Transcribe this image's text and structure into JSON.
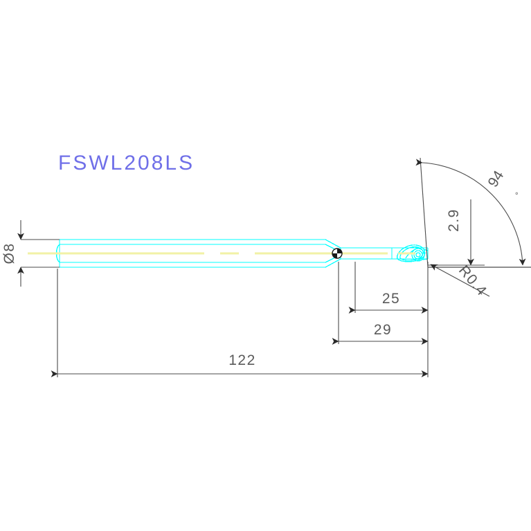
{
  "drawing": {
    "title": "FSWL208LS",
    "title_color": "#6f6fe8",
    "background_color": "#ffffff",
    "body_color": "#00ffff",
    "centerline_color": "#f5f5a0",
    "dimension_color": "#5a5a5a"
  },
  "dimensions": {
    "shank_diameter": "Ø8",
    "overall_length": "122",
    "head_length_outer": "29",
    "head_length_inner": "25",
    "tip_height": "2.9",
    "corner_radius": "R0.4",
    "lead_angle": "94",
    "degree_symbol": "°"
  }
}
